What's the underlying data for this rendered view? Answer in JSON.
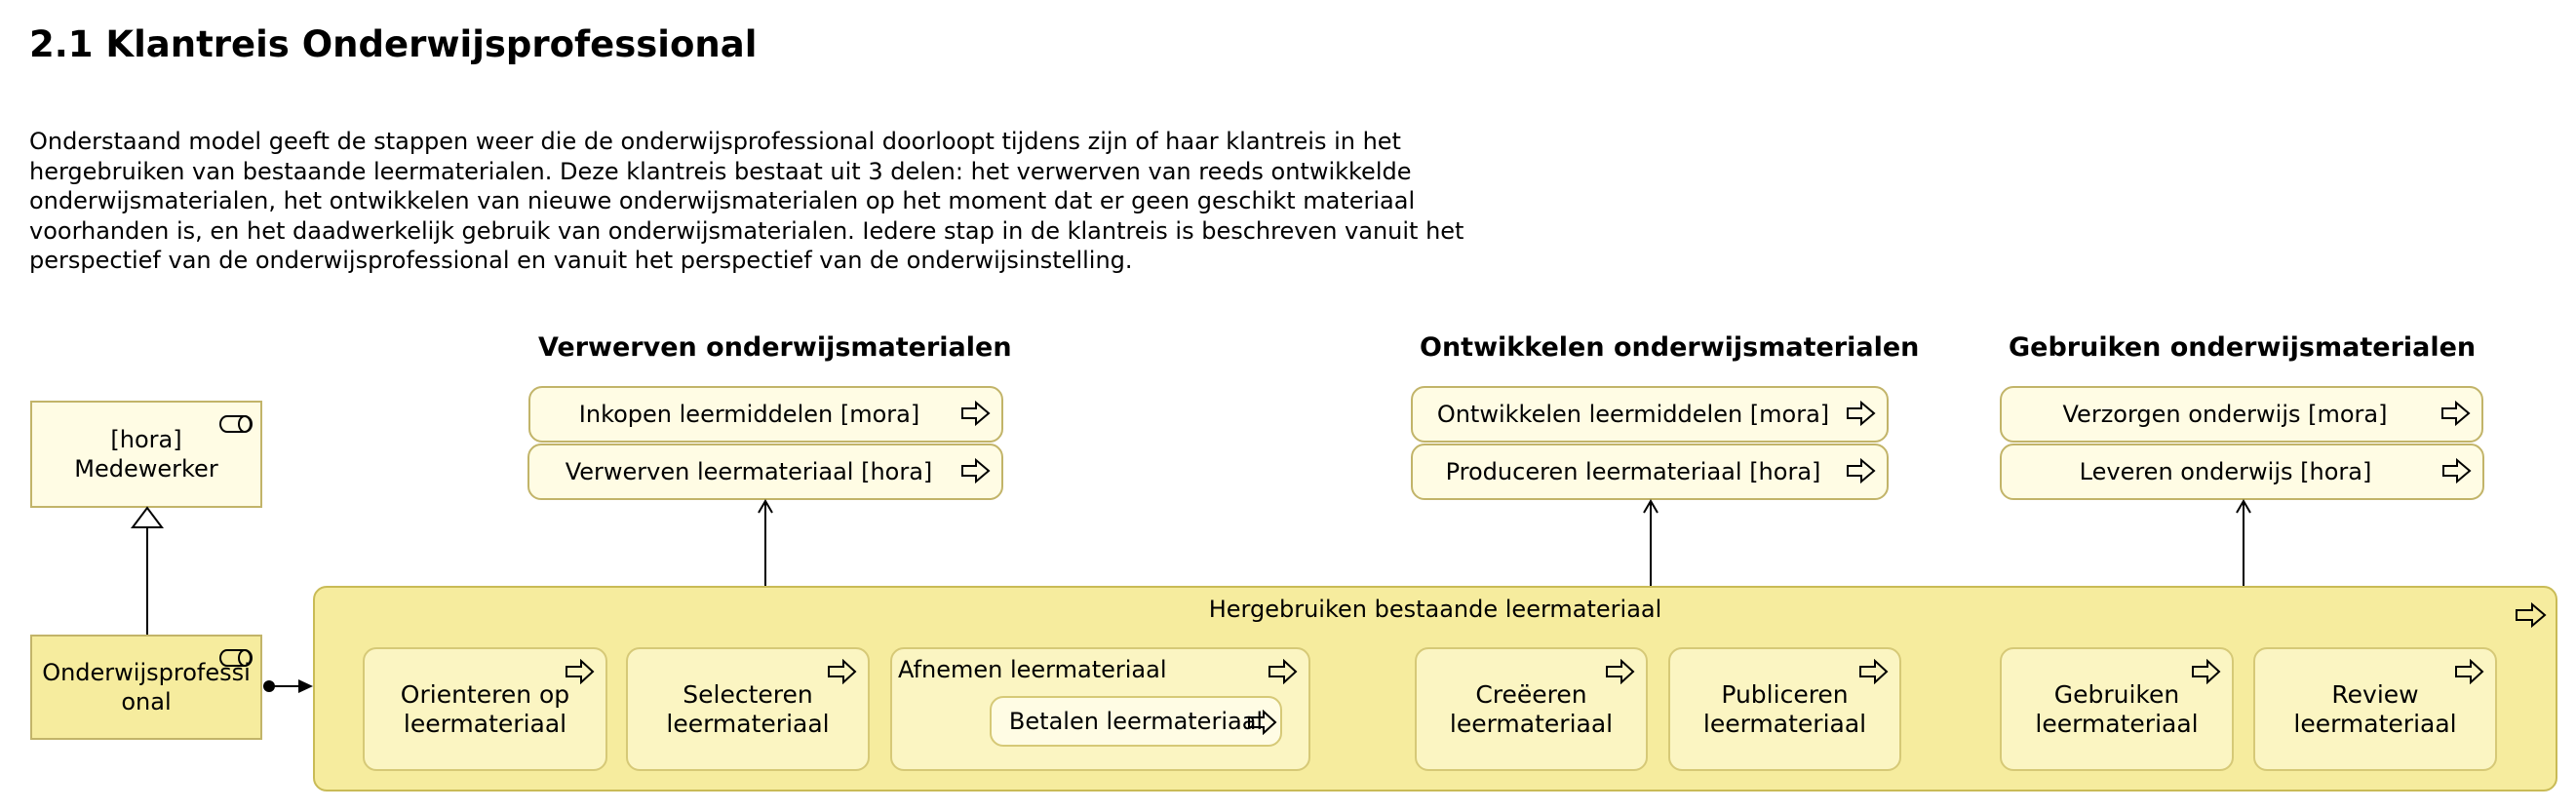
{
  "page": {
    "title": "2.1 Klantreis Onderwijsprofessional",
    "intro_lines": [
      "Onderstaand model geeft de stappen weer die de onderwijsprofessional doorloopt tijdens zijn of haar klantreis in het",
      "hergebruiken van bestaande leermaterialen. Deze klantreis bestaat uit 3 delen: het verwerven van reeds ontwikkelde",
      "onderwijsmaterialen, het ontwikkelen van nieuwe onderwijsmaterialen op het moment dat er geen geschikt materiaal",
      "voorhanden is, en het daadwerkelijk gebruik van onderwijsmaterialen. Iedere stap in de klantreis is beschreven vanuit het",
      "perspectief van de onderwijsprofessional en vanuit het perspectief van de onderwijsinstelling."
    ]
  },
  "sections": [
    {
      "title": "Verwerven onderwijsmaterialen",
      "services": [
        "Inkopen leermiddelen [mora]",
        "Verwerven leermateriaal [hora]"
      ]
    },
    {
      "title": "Ontwikkelen onderwijsmaterialen",
      "services": [
        "Ontwikkelen leermiddelen [mora]",
        "Produceren leermateriaal [hora]"
      ]
    },
    {
      "title": "Gebruiken onderwijsmaterialen",
      "services": [
        "Verzorgen onderwijs [mora]",
        "Leveren onderwijs [hora]"
      ]
    }
  ],
  "roles": {
    "medewerker": {
      "line1": "[hora]",
      "line2": "Medewerker"
    },
    "professional": {
      "line1": "Onderwijsprofessi",
      "line2": "onal"
    }
  },
  "process_group": {
    "title": "Hergebruiken bestaande leermateriaal",
    "processes": [
      {
        "line1": "Orienteren op",
        "line2": "leermateriaal"
      },
      {
        "line1": "Selecteren",
        "line2": "leermateriaal"
      },
      {
        "title": "Afnemen leermateriaal",
        "sub": "Betalen leermateriaal"
      },
      {
        "line1": "Creëeren",
        "line2": "leermateriaal"
      },
      {
        "line1": "Publiceren",
        "line2": "leermateriaal"
      },
      {
        "line1": "Gebruiken",
        "line2": "leermateriaal"
      },
      {
        "line1": "Review",
        "line2": "leermateriaal"
      }
    ]
  },
  "colors": {
    "element_fill_light": "#fffce4",
    "role_fill": "#f6ec9e",
    "group_fill": "#f6ec9e",
    "process_fill": "#fbf5c2",
    "border": "#c2b469"
  },
  "icons": {
    "service": "arrow-right-icon",
    "role": "role-cylinder-icon",
    "process": "process-arrow-icon"
  }
}
